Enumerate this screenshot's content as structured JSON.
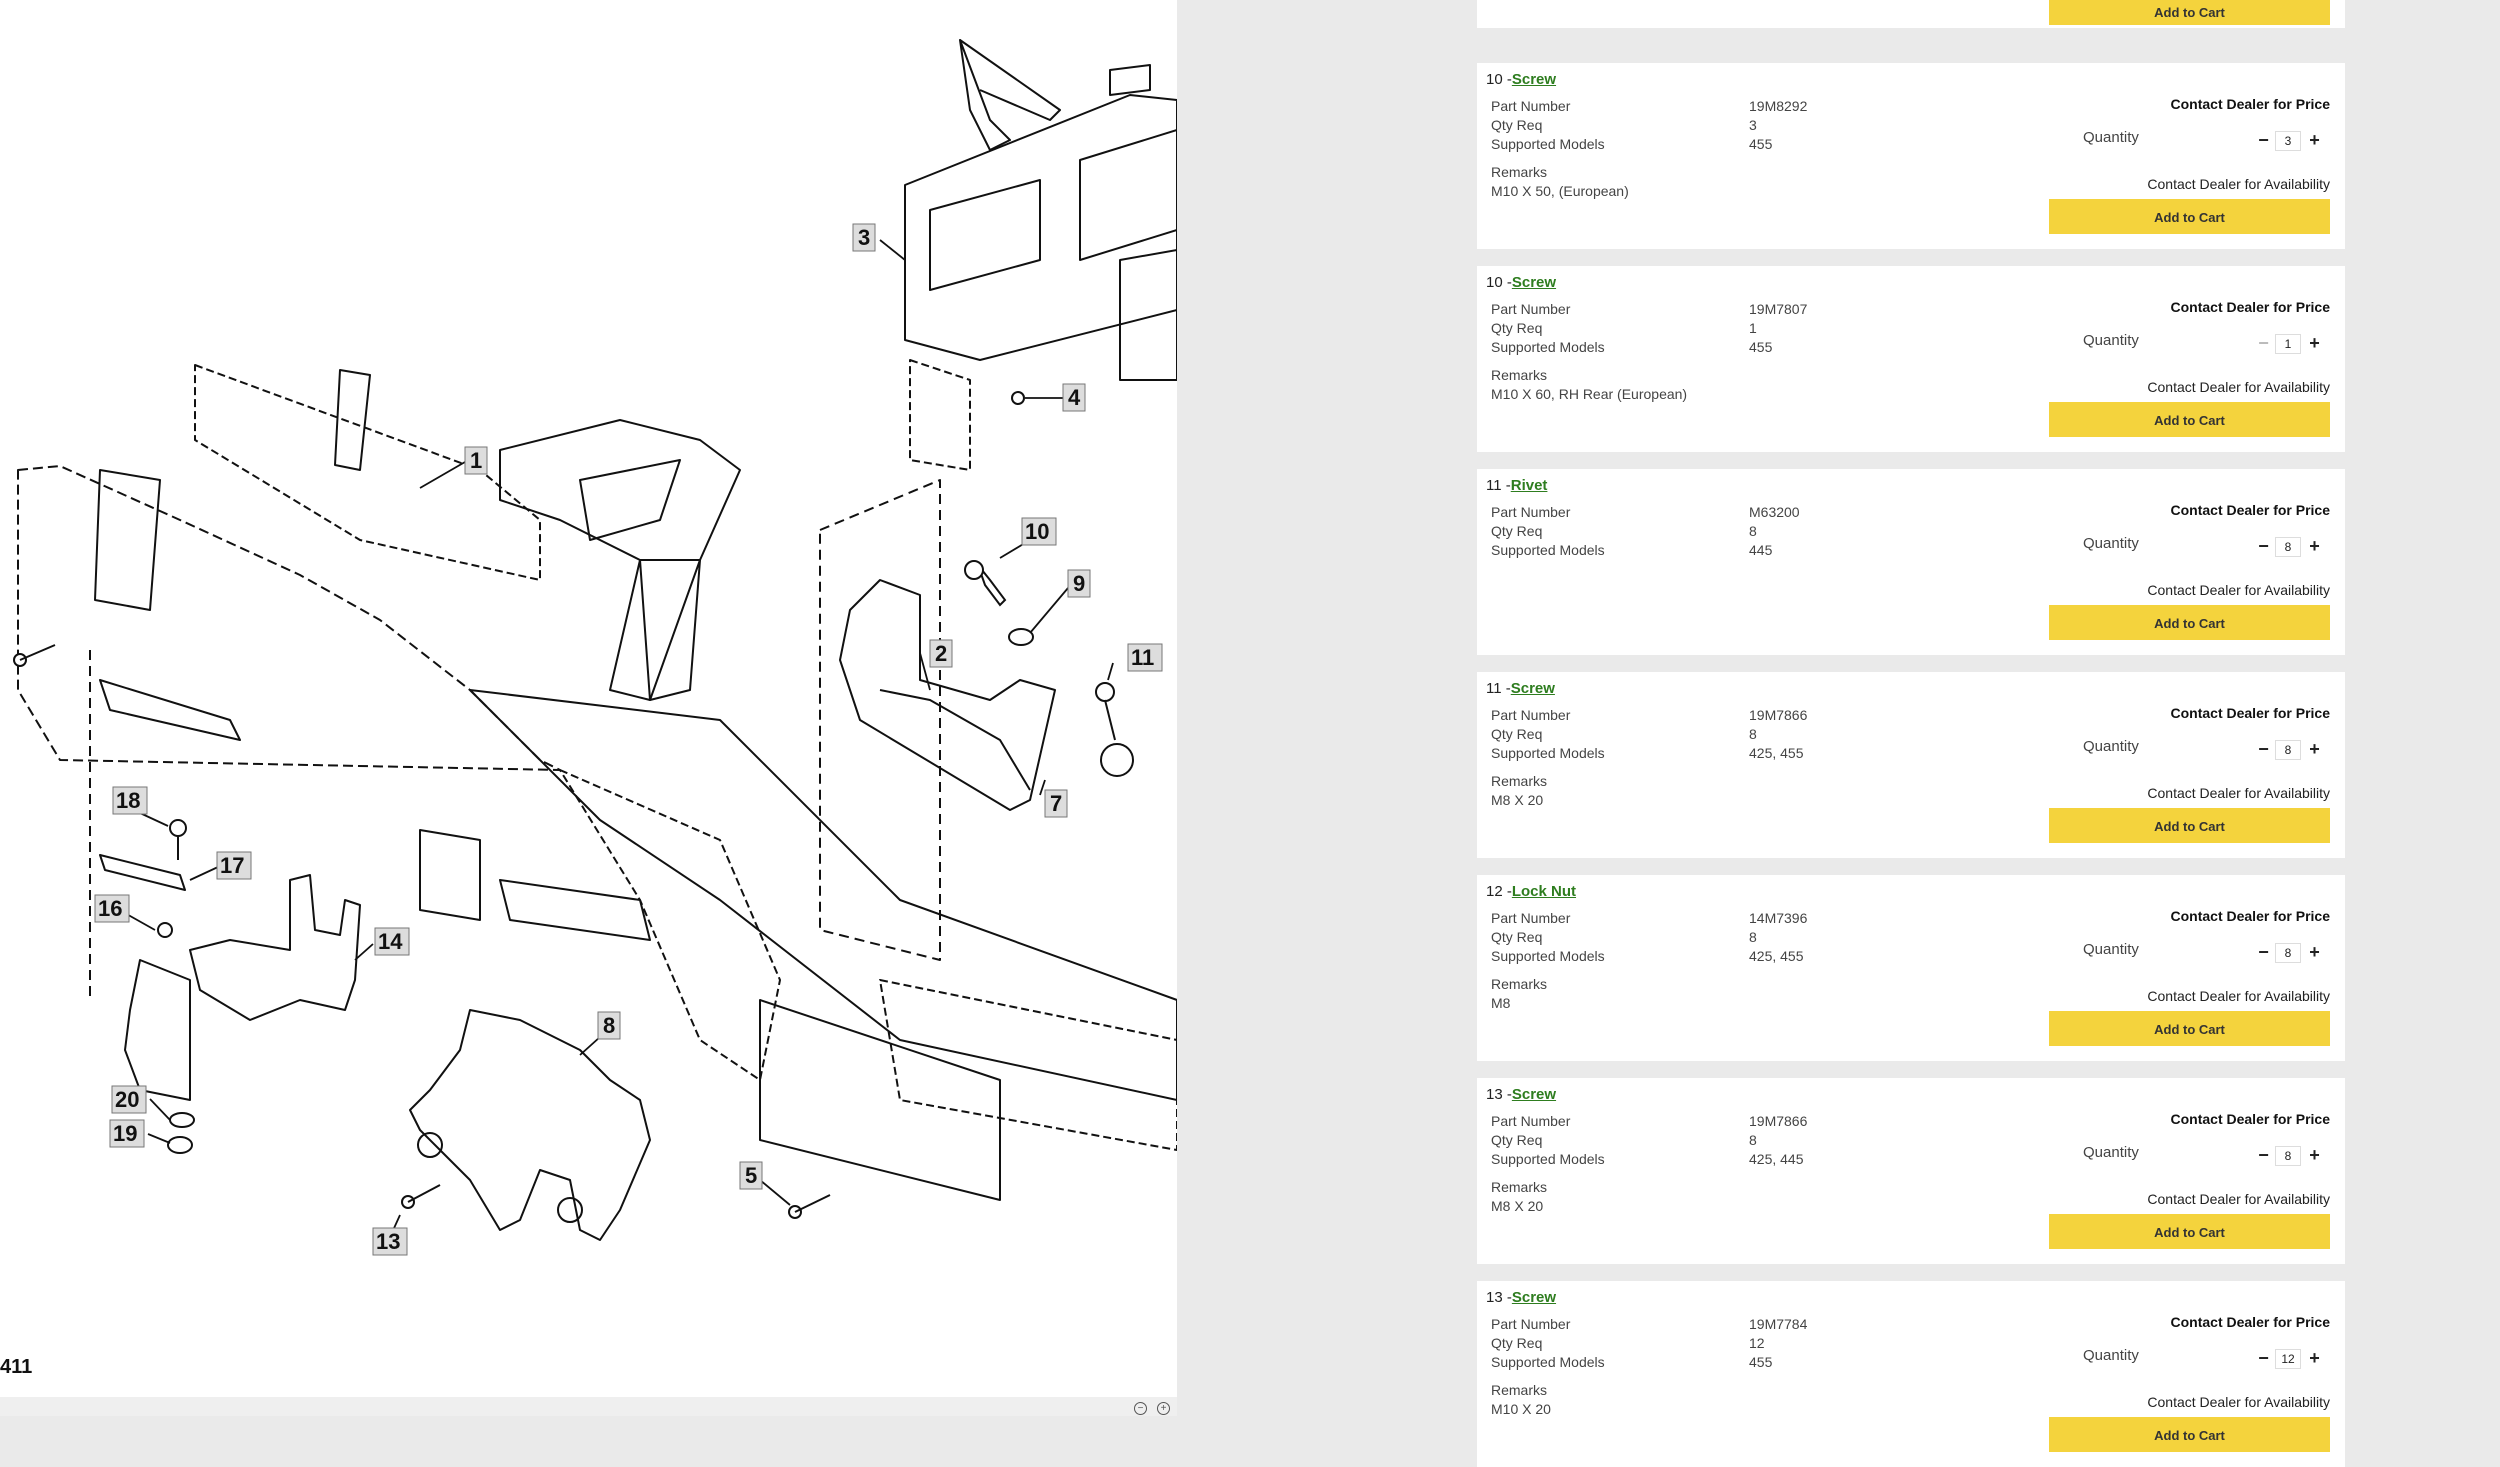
{
  "diagram": {
    "code": "411",
    "zoom_in_icon": "zoom-in-icon",
    "zoom_out_icon": "zoom-out-icon",
    "callouts": [
      "1",
      "2",
      "3",
      "4",
      "5",
      "7",
      "8",
      "9",
      "10",
      "11",
      "13",
      "14",
      "16",
      "17",
      "18",
      "19",
      "20"
    ]
  },
  "parts": [
    {
      "number": "",
      "name": "",
      "part_number": "",
      "qty_req": "",
      "models": "",
      "remarks": "",
      "qty": "",
      "cart_label": "Add to Cart"
    },
    {
      "number": "10 -",
      "name": "Screw",
      "part_number": "19M8292",
      "qty_req": "3",
      "models": "455",
      "remarks_label": "Remarks",
      "remarks": "M10 X 50, (European)",
      "qty": "3",
      "cart_label": "Add to Cart"
    },
    {
      "number": "10 -",
      "name": "Screw",
      "part_number": "19M7807",
      "qty_req": "1",
      "models": "455",
      "remarks_label": "Remarks",
      "remarks": "M10 X 60, RH Rear (European)",
      "qty": "1",
      "cart_label": "Add to Cart"
    },
    {
      "number": "11 -",
      "name": "Rivet",
      "part_number": "M63200",
      "qty_req": "8",
      "models": "445",
      "remarks_label": "",
      "remarks": "",
      "qty": "8",
      "cart_label": "Add to Cart"
    },
    {
      "number": "11 -",
      "name": "Screw",
      "part_number": "19M7866",
      "qty_req": "8",
      "models": "425, 455",
      "remarks_label": "Remarks",
      "remarks": "M8 X 20",
      "qty": "8",
      "cart_label": "Add to Cart"
    },
    {
      "number": "12 -",
      "name": "Lock Nut",
      "part_number": "14M7396",
      "qty_req": "8",
      "models": "425, 455",
      "remarks_label": "Remarks",
      "remarks": "M8",
      "qty": "8",
      "cart_label": "Add to Cart"
    },
    {
      "number": "13 -",
      "name": "Screw",
      "part_number": "19M7866",
      "qty_req": "8",
      "models": "425, 445",
      "remarks_label": "Remarks",
      "remarks": "M8 X 20",
      "qty": "8",
      "cart_label": "Add to Cart"
    },
    {
      "number": "13 -",
      "name": "Screw",
      "part_number": "19M7784",
      "qty_req": "12",
      "models": "455",
      "remarks_label": "Remarks",
      "remarks": "M10 X 20",
      "qty": "12",
      "cart_label": "Add to Cart"
    }
  ],
  "labels": {
    "part_number": "Part Number",
    "qty_req": "Qty Req",
    "supported_models": "Supported Models",
    "price": "Contact Dealer for Price",
    "quantity": "Quantity",
    "availability": "Contact Dealer for Availability"
  }
}
